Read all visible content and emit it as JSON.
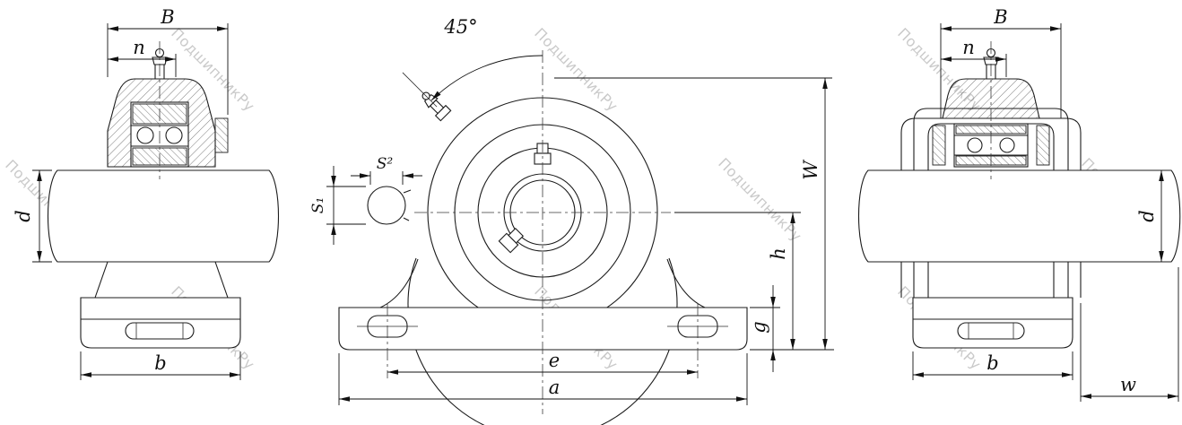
{
  "watermark": {
    "text": "ПодшипникРу"
  },
  "views": {
    "left": {
      "dims": {
        "B": "B",
        "n": "n",
        "d": "d",
        "b": "b"
      }
    },
    "front": {
      "dims": {
        "angle": "45°",
        "S2": "S²",
        "S1": "S₁",
        "W": "W",
        "h": "h",
        "g": "g",
        "e": "e",
        "a": "a"
      }
    },
    "right": {
      "dims": {
        "B": "B",
        "n": "n",
        "d": "d",
        "b": "b",
        "w": "w"
      }
    }
  }
}
